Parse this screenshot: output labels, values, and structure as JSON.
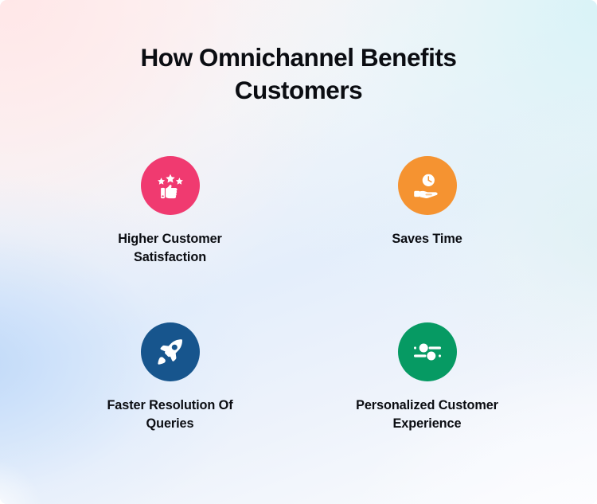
{
  "page": {
    "title": "How Omnichannel Benefits\nCustomers",
    "background_colors": {
      "blush_pink": "#ffe7e8",
      "pale_cyan": "#d8f3f7",
      "periwinkle_blue": "#bed8f8",
      "near_white": "#fcfcff",
      "base": "#eaf1fa"
    },
    "text_color": "#0b0d12"
  },
  "benefits": [
    {
      "label": "Higher Customer\nSatisfaction",
      "icon": "thumbs-up-stars-icon",
      "color": "#f03a70"
    },
    {
      "label": "Saves Time",
      "icon": "hand-holding-clock-icon",
      "color": "#f59331"
    },
    {
      "label": "Faster Resolution Of\nQueries",
      "icon": "rocket-icon",
      "color": "#17558d"
    },
    {
      "label": "Personalized Customer\nExperience",
      "icon": "sliders-icon",
      "color": "#069a63"
    }
  ]
}
